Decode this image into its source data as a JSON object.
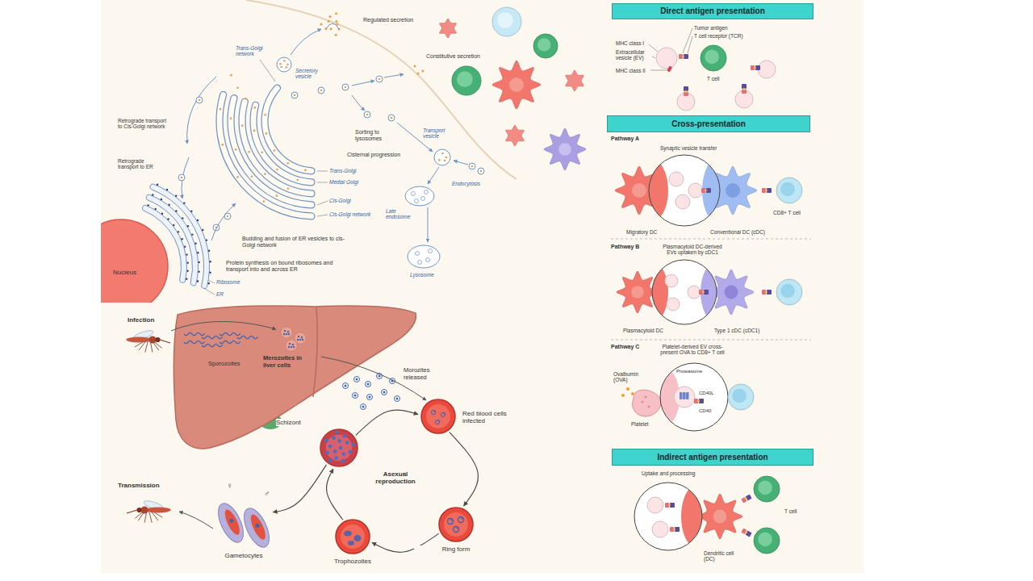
{
  "diagram": {
    "nodes": [
      {
        "text": [
          "Direct antigen presentation"
        ]
      },
      {
        "text": [
          "Cross-presentation"
        ]
      },
      {
        "text": [
          "Red blood cells infected"
        ]
      },
      {
        "text": [
          "Ring form"
        ]
      },
      {
        "text": [
          "Trophozoites"
        ]
      },
      {
        "text": [
          "Schizont"
        ]
      },
      {
        "text": [
          "Gametocytes"
        ]
      },
      {
        "text": [
          "Indirect antigen presentation"
        ]
      }
    ],
    "edges": [
      {
        "from": 2,
        "to": 3,
        "arrow": "to"
      },
      {
        "from": 3,
        "to": 4,
        "arrow": "to"
      },
      {
        "from": 4,
        "to": 5,
        "arrow": "to"
      },
      {
        "from": 5,
        "to": 2,
        "arrow": "to"
      },
      {
        "from": 5,
        "to": 6,
        "arrow": "to"
      }
    ],
    "labels": [
      "Regulated secretion",
      "Secretory vesicle",
      "Trans-Golgi network",
      "Constitutive secretion",
      "Retrograde transport to Cis-Golgi network",
      "Retrograde transport to ER",
      "Cisternal progression",
      "Sorting to lysosomes",
      "Transport vesicle",
      "Endocytosis",
      "Late endosome",
      "Lysosome",
      "Trans-Golgi",
      "Medial Golgi",
      "Cis-Golgi",
      "Cis-Golgi network",
      "Budding and fusion of ER vesicles to cis-Golgi network",
      "Protein synthesis on bound ribosomes and transport into and across ER",
      "Nucleus",
      "Ribosome",
      "ER",
      "Infection",
      "Sporozoites",
      "Merozoites in liver cells",
      "Morozites released",
      "Asexual reproduction",
      "Transmission",
      "♀",
      "♂",
      "MHC class I",
      "Extracellular vesicle (EV)",
      "MHC class II",
      "Tumor antigen",
      "T cell receptor (TCR)",
      "T cell",
      "Pathway A",
      "Synaptic vesicle transfer",
      "Migratory DC",
      "Conventional DC (cDC)",
      "CD8+ T cell",
      "Pathway B",
      "Plasmacytoid DC-derived EVs uptaken by cDC1",
      "Plasmacytoid DC",
      "Type 1 cDC (cDC1)",
      "Pathway C",
      "Platelet-derived EV cross-present OVA to CD8+ T cell",
      "Ovalbumin (OVA)",
      "Proteasome",
      "CD40L",
      "CD40",
      "Platelet",
      "Uptake and processing",
      "T cell",
      "Dendritic cell (DC)"
    ]
  }
}
